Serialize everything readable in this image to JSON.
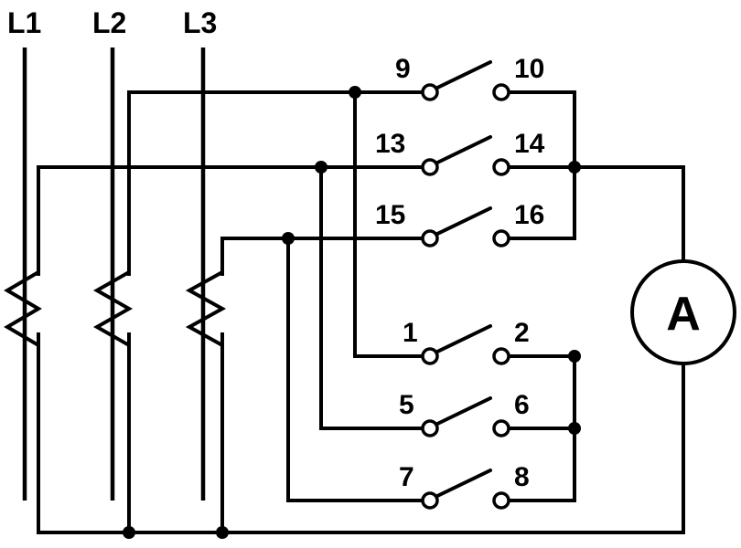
{
  "lines": {
    "l1": "L1",
    "l2": "L2",
    "l3": "L3"
  },
  "terminals": {
    "t1": "1",
    "t2": "2",
    "t5": "5",
    "t6": "6",
    "t7": "7",
    "t8": "8",
    "t9": "9",
    "t10": "10",
    "t13": "13",
    "t14": "14",
    "t15": "15",
    "t16": "16"
  },
  "meter": {
    "symbol": "A"
  },
  "colors": {
    "ink": "#000000",
    "background": "#ffffff"
  }
}
